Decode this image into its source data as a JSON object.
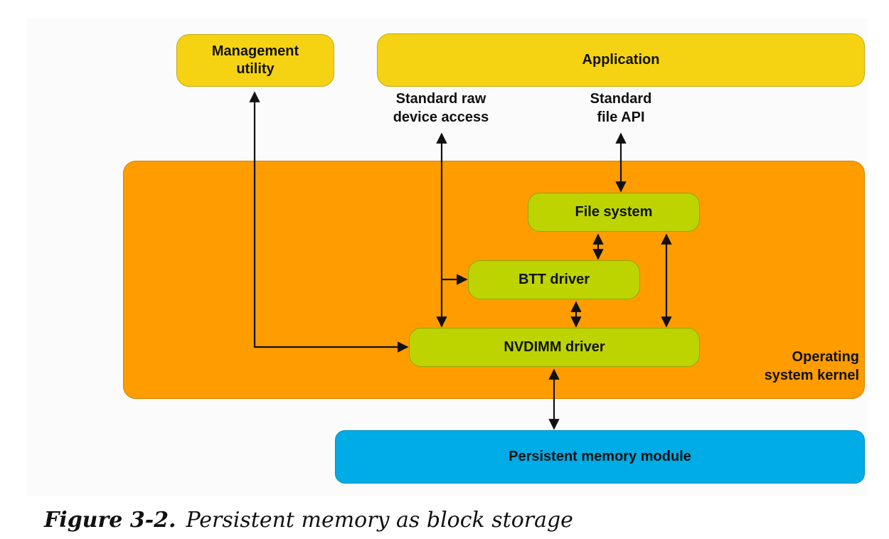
{
  "boxes": {
    "management_utility": "Management\nutility",
    "application": "Application",
    "file_system": "File system",
    "btt_driver": "BTT driver",
    "nvdimm_driver": "NVDIMM driver",
    "persistent_memory_module": "Persistent memory module"
  },
  "labels": {
    "standard_raw_device_access": "Standard raw\ndevice access",
    "standard_file_api": "Standard\nfile API",
    "operating_system_kernel": "Operating\nsystem kernel"
  },
  "colors": {
    "application_layer": "#f5d313",
    "kernel": "#ff9c00",
    "driver_boxes": "#bdd400",
    "memory_module": "#00ace6",
    "arrows": "#111111"
  },
  "caption": {
    "number": "Figure 3-2.",
    "text": "Persistent memory as block storage"
  }
}
